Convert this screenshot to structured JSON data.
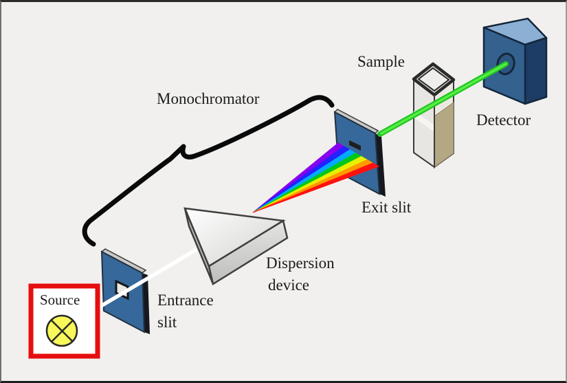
{
  "labels": {
    "monochromator": "Monochromator",
    "source": "Source",
    "entrance_slit": [
      "Entrance",
      "slit"
    ],
    "dispersion_device": [
      "Dispersion",
      "device"
    ],
    "exit_slit": "Exit slit",
    "sample": "Sample",
    "detector": "Detector"
  },
  "colors": {
    "background": "#f1f0ee",
    "panel_blue": "#36689b",
    "panel_edge_dark": "#17171f",
    "beam_white": "#ffffff",
    "beam_green": "#23c523",
    "beam_green_core": "#55ee44",
    "source_box_border": "#e60e0e",
    "source_lamp_yellow": "#f8f85a",
    "detector_front": "#34618e",
    "detector_top": "#8cb0d4",
    "detector_side": "#1d3d66",
    "prism_face_light": "#fcfcfb",
    "prism_face_shade": "#c9c9c7",
    "cuvette_glass": "#e7e6e2",
    "cuvette_liquid": "#b3a883",
    "brace_black": "#0a0a0a",
    "rainbow": [
      "#8800ee",
      "#2222ff",
      "#00aaff",
      "#00c818",
      "#e8f000",
      "#ff9900",
      "#ff1111"
    ]
  }
}
